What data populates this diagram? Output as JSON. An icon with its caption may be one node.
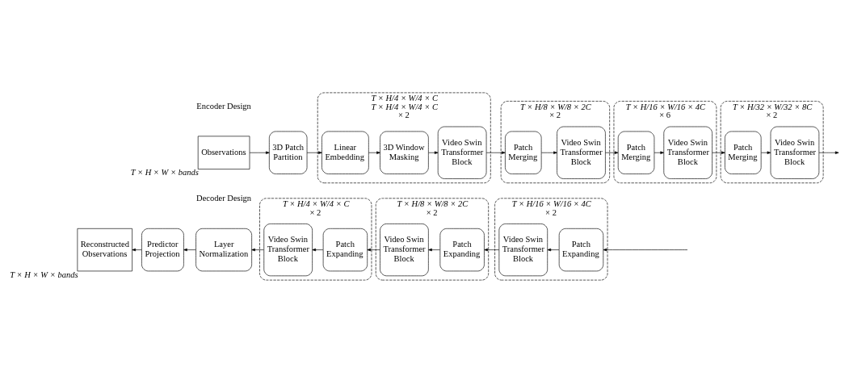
{
  "diagram": {
    "nodes": [
      {
        "text": [
          "Observations"
        ],
        "beside": [
          "T × H × W × bands"
        ]
      },
      {
        "text": [
          "3D Patch Partition"
        ]
      },
      {
        "text": [
          "× 2"
        ],
        "beside": [
          "T × H/4 × W/4 × C",
          "T × H/4 × W/4 × C"
        ]
      },
      {
        "text": [
          "Linear Embedding"
        ],
        "in": 2
      },
      {
        "text": [
          "3D Window Masking"
        ],
        "in": 2
      },
      {
        "text": [
          "Video Swin Transformer Block"
        ],
        "in": 2
      },
      {
        "text": [
          "× 2"
        ],
        "beside": [
          "T × H/8 × W/8 × 2C"
        ]
      },
      {
        "text": [
          "Patch Merging"
        ],
        "in": 6
      },
      {
        "text": [
          "Video Swin Transformer Block"
        ],
        "in": 6
      },
      {
        "text": [
          "× 6"
        ],
        "beside": [
          "T × H/16 × W/16 × 4C"
        ]
      },
      {
        "text": [
          "Patch Merging"
        ],
        "in": 9
      },
      {
        "text": [
          "Video Swin Transformer Block"
        ],
        "in": 9
      },
      {
        "text": [
          "× 2"
        ],
        "beside": [
          "T × H/32 × W/32 × 8C"
        ]
      },
      {
        "text": [
          "Patch Merging"
        ],
        "in": 12
      },
      {
        "text": [
          "Video Swin Transformer Block"
        ],
        "in": 12
      },
      {
        "text": [
          "Reconstructed Observations"
        ],
        "beside": [
          "T × H × W × bands"
        ]
      },
      {
        "text": [
          "Predictor Projection"
        ]
      },
      {
        "text": [
          "Layer Normalization"
        ]
      },
      {
        "text": [
          "× 2"
        ],
        "beside": [
          "T × H/4 × W/4 × C"
        ]
      },
      {
        "text": [
          "Video Swin Transformer Block"
        ],
        "in": 18
      },
      {
        "text": [
          "Patch Expanding"
        ],
        "in": 18
      },
      {
        "text": [
          "× 2"
        ],
        "beside": [
          "T × H/8 × W/8 × 2C"
        ]
      },
      {
        "text": [
          "Video Swin Transformer Block"
        ],
        "in": 21
      },
      {
        "text": [
          "Patch Expanding"
        ],
        "in": 21
      },
      {
        "text": [
          "× 2"
        ],
        "beside": [
          "T × H/16 × W/16 × 4C"
        ]
      },
      {
        "text": [
          "Video Swin Transformer Block"
        ],
        "in": 24
      },
      {
        "text": [
          "Patch Expanding"
        ],
        "in": 24
      }
    ],
    "edges": [
      {
        "from": 0,
        "to": 1,
        "arrow": "to"
      },
      {
        "from": 1,
        "to": 3,
        "arrow": "to"
      },
      {
        "from": 3,
        "to": 4,
        "arrow": "to"
      },
      {
        "from": 4,
        "to": 5,
        "arrow": "to"
      },
      {
        "from": 5,
        "to": 7,
        "arrow": "to"
      },
      {
        "from": 7,
        "to": 8,
        "arrow": "to"
      },
      {
        "from": 8,
        "to": 10,
        "arrow": "to"
      },
      {
        "from": 10,
        "to": 11,
        "arrow": "to"
      },
      {
        "from": 11,
        "to": 13,
        "arrow": "to"
      },
      {
        "from": 13,
        "to": 14,
        "arrow": "to"
      },
      {
        "from": 14,
        "to": null,
        "arrow": "to"
      },
      {
        "from": null,
        "to": 26,
        "arrow": "to"
      },
      {
        "from": 26,
        "to": 25,
        "arrow": "to"
      },
      {
        "from": 25,
        "to": 23,
        "arrow": "to"
      },
      {
        "from": 23,
        "to": 22,
        "arrow": "to"
      },
      {
        "from": 22,
        "to": 20,
        "arrow": "to"
      },
      {
        "from": 20,
        "to": 19,
        "arrow": "to"
      },
      {
        "from": 19,
        "to": 17,
        "arrow": "to"
      },
      {
        "from": 17,
        "to": 16,
        "arrow": "to"
      },
      {
        "from": 16,
        "to": 15,
        "arrow": "to"
      }
    ],
    "labels": [
      "Encoder Design",
      "Decoder Design"
    ]
  }
}
